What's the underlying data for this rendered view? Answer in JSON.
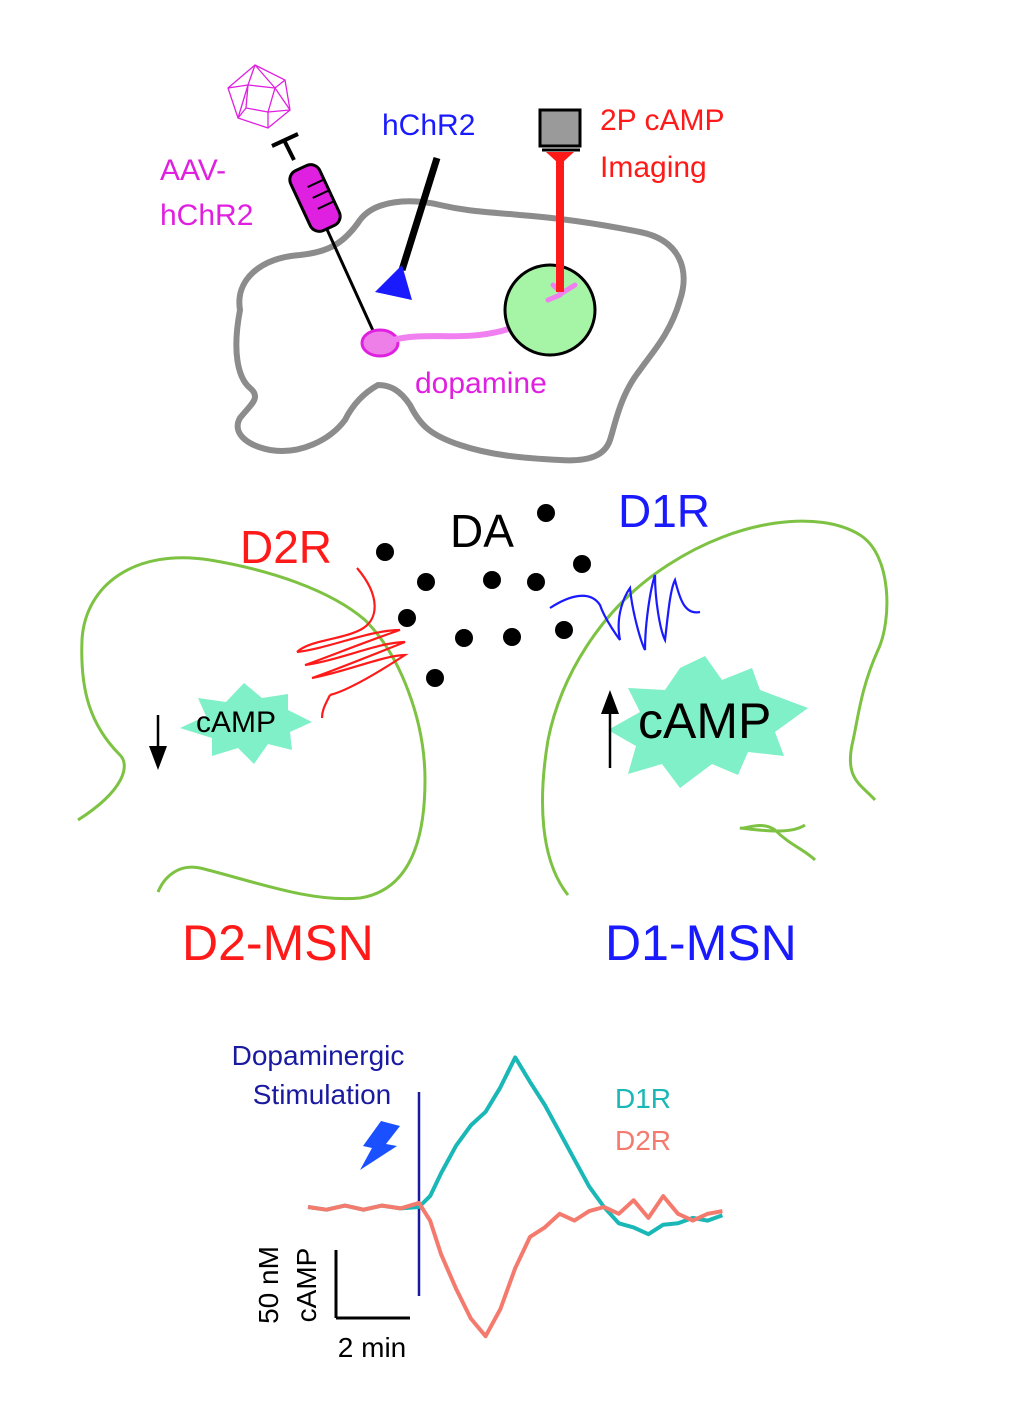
{
  "top_panel": {
    "aav_label_line1": "AAV-",
    "aav_label_line2": "hChR2",
    "hchr2_label": "hChR2",
    "imaging_label_line1": "2P cAMP",
    "imaging_label_line2": "Imaging",
    "dopamine_label": "dopamine"
  },
  "middle_panel": {
    "da_label": "DA",
    "d2r_label": "D2R",
    "d1r_label": "D1R",
    "camp_left": "cAMP",
    "camp_right": "cAMP",
    "d2_msn_label": "D2-MSN",
    "d1_msn_label": "D1-MSN"
  },
  "bottom_panel": {
    "stimulation_line1": "Dopaminergic",
    "stimulation_line2": "Stimulation",
    "legend_d1r": "D1R",
    "legend_d2r": "D2R",
    "scale_y_line1": "50 nM",
    "scale_y_line2": "cAMP",
    "scale_x": "2 min"
  },
  "colors": {
    "magenta": "#e020e0",
    "blue": "#1a1aff",
    "red": "#ff1a1a",
    "green_outline": "#7dc242",
    "green_fill": "#a6f5a6",
    "teal": "#1ab7b7",
    "salmon": "#f47a6e",
    "mint": "#7ff0c8"
  },
  "chart_data": {
    "type": "line",
    "x_units": "min",
    "y_units": "nM cAMP",
    "stimulation_time": 0,
    "series": [
      {
        "name": "D1R",
        "x": [
          -3.0,
          -2.5,
          -2.0,
          -1.5,
          -1.0,
          -0.5,
          0.0,
          0.3,
          0.6,
          1.0,
          1.4,
          1.8,
          2.2,
          2.6,
          3.0,
          3.4,
          3.8,
          4.2,
          4.6,
          5.0,
          5.4,
          5.8,
          6.2,
          6.6,
          7.0,
          7.4,
          7.8,
          8.2
        ],
        "y": [
          0,
          -2,
          1,
          -2,
          1,
          -1,
          0,
          8,
          25,
          45,
          60,
          70,
          88,
          110,
          92,
          75,
          55,
          35,
          15,
          0,
          -12,
          -15,
          -20,
          -13,
          -12,
          -8,
          -10,
          -6
        ]
      },
      {
        "name": "D2R",
        "x": [
          -3.0,
          -2.5,
          -2.0,
          -1.5,
          -1.0,
          -0.5,
          0.0,
          0.3,
          0.6,
          1.0,
          1.4,
          1.8,
          2.2,
          2.6,
          3.0,
          3.4,
          3.8,
          4.2,
          4.6,
          5.0,
          5.4,
          5.8,
          6.2,
          6.6,
          7.0,
          7.4,
          7.8,
          8.2
        ],
        "y": [
          0,
          -2,
          1,
          -2,
          1,
          -1,
          3,
          -10,
          -35,
          -60,
          -82,
          -95,
          -75,
          -45,
          -22,
          -15,
          -5,
          -10,
          -3,
          0,
          -5,
          5,
          -8,
          8,
          -5,
          -10,
          -5,
          -3
        ]
      }
    ]
  }
}
